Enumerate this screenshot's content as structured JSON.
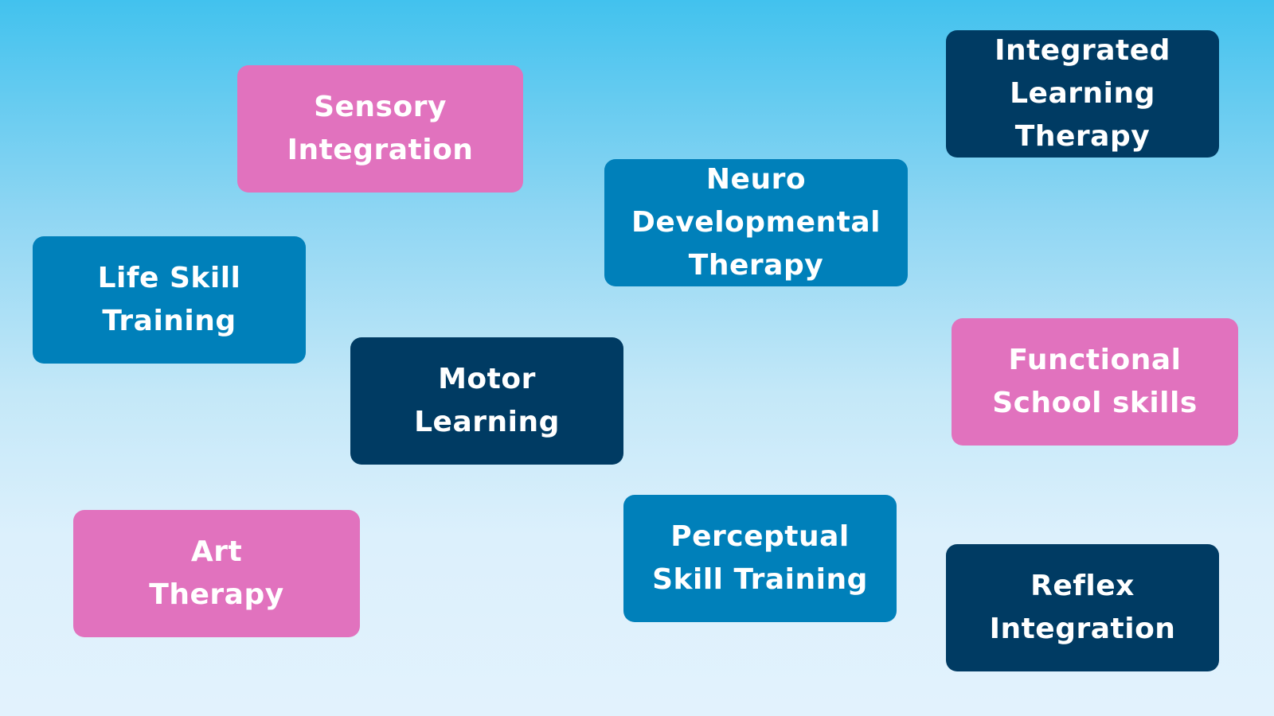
{
  "colors": {
    "pink": "#e172be",
    "blue": "#0080ba",
    "dark": "#003b63"
  },
  "cards": [
    {
      "lines": [
        "Sensory",
        "Integration"
      ]
    },
    {
      "lines": [
        "Integrated",
        "Learning Therapy"
      ]
    },
    {
      "lines": [
        "Neuro Developmental",
        "Therapy"
      ]
    },
    {
      "lines": [
        "Life Skill",
        "Training"
      ]
    },
    {
      "lines": [
        "Motor",
        "Learning"
      ]
    },
    {
      "lines": [
        "Functional",
        "School skills"
      ]
    },
    {
      "lines": [
        "Art",
        "Therapy"
      ]
    },
    {
      "lines": [
        "Perceptual",
        "Skill Training"
      ]
    },
    {
      "lines": [
        "Reflex",
        "Integration"
      ]
    }
  ]
}
